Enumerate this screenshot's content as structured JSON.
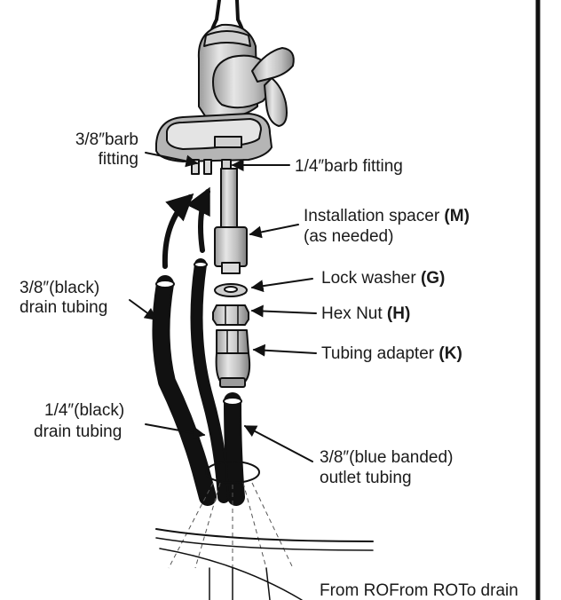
{
  "labels": {
    "barb_38_line1": "3/8″barb",
    "barb_38_line2": "fitting",
    "barb_14": "1/4″barb fitting",
    "spacer_line1": "Installation spacer ",
    "spacer_code": "(M)",
    "spacer_line2": "(as needed)",
    "lock_washer": "Lock washer ",
    "lock_washer_code": "(G)",
    "hex_nut": "Hex Nut ",
    "hex_nut_code": "(H)",
    "tubing_adapter": "Tubing adapter ",
    "tubing_adapter_code": "(K)",
    "drain_38_line1": "3/8″(black)",
    "drain_38_line2": "drain tubing",
    "drain_14_line1": "1/4″(black)",
    "drain_14_line2": "drain tubing",
    "outlet_line1": "3/8″(blue banded)",
    "outlet_line2": "outlet tubing",
    "footer": "From ROFrom ROTo drain"
  },
  "colors": {
    "ink": "#111111",
    "fill_light": "#dcdcdc",
    "fill_mid": "#b8b8b8",
    "fill_dark": "#8c8c8c"
  }
}
